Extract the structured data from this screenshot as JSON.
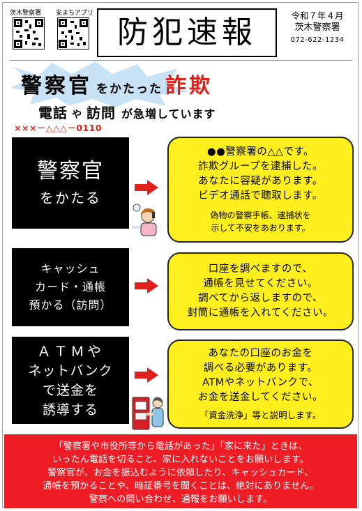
{
  "header": {
    "qr_left_label": "茨木警察署",
    "qr_right_label": "安まちアプリ",
    "title": "防犯速報",
    "date": "令和７年４月",
    "station": "茨木警察署",
    "phone": "072-622-1234"
  },
  "headline": {
    "big": "警察官",
    "small": "をかたった",
    "red": "詐欺"
  },
  "subheadline": {
    "part1": "電話",
    "part2": "や",
    "part3": "訪問",
    "part4": "が急増しています"
  },
  "caller_id": "×××－△△△－0110",
  "rows": [
    {
      "black_lines": [
        "警察官",
        "をかたる"
      ],
      "bubble_main": [
        "●●警察署の△△です。",
        "詐欺グループを逮捕した。",
        "あなたに容疑があります。",
        "ビデオ通話で聴取します。"
      ],
      "bubble_note": [
        "偽物の警察手帳、逮捕状を",
        "示して不安をあおります。"
      ]
    },
    {
      "black_lines": [
        "キャッシュ",
        "カード・通帳",
        "預かる（訪問）"
      ],
      "bubble_main": [
        "口座を調べますので、",
        "通帳を見せてください。",
        "調べてから返しますので、",
        "封筒に通帳を入れてください。"
      ],
      "bubble_note": []
    },
    {
      "black_lines": [
        "ＡＴＭや",
        "ネットバンク",
        "で送金を",
        "誘導する"
      ],
      "bubble_main": [
        "あなたの口座のお金を",
        "調べる必要があります。",
        "ATMやネットバンクで、",
        "お金を送金してください。"
      ],
      "bubble_note": [
        "「資金洗浄」等と説明します。"
      ]
    }
  ],
  "footer": [
    "「警察署や市役所等から電話があった」「家に来た」ときは、",
    "いったん電話を切ること、家に入れないことをお願いします。",
    "警察官が、お金を振込むように依頼したり、キャッシュカード、",
    "通帳を預かることや、暗証番号を聞くことは、絶対にありません。",
    "警察への問い合わせ、通報をお願いします。"
  ],
  "colors": {
    "red": "#ee1c24",
    "yellow": "#ffef1f",
    "black": "#000000",
    "burst": "#c9e3f6"
  },
  "icons": [
    "qr-code",
    "right-arrow",
    "phone-user-illustration",
    "atm-user-illustration"
  ]
}
